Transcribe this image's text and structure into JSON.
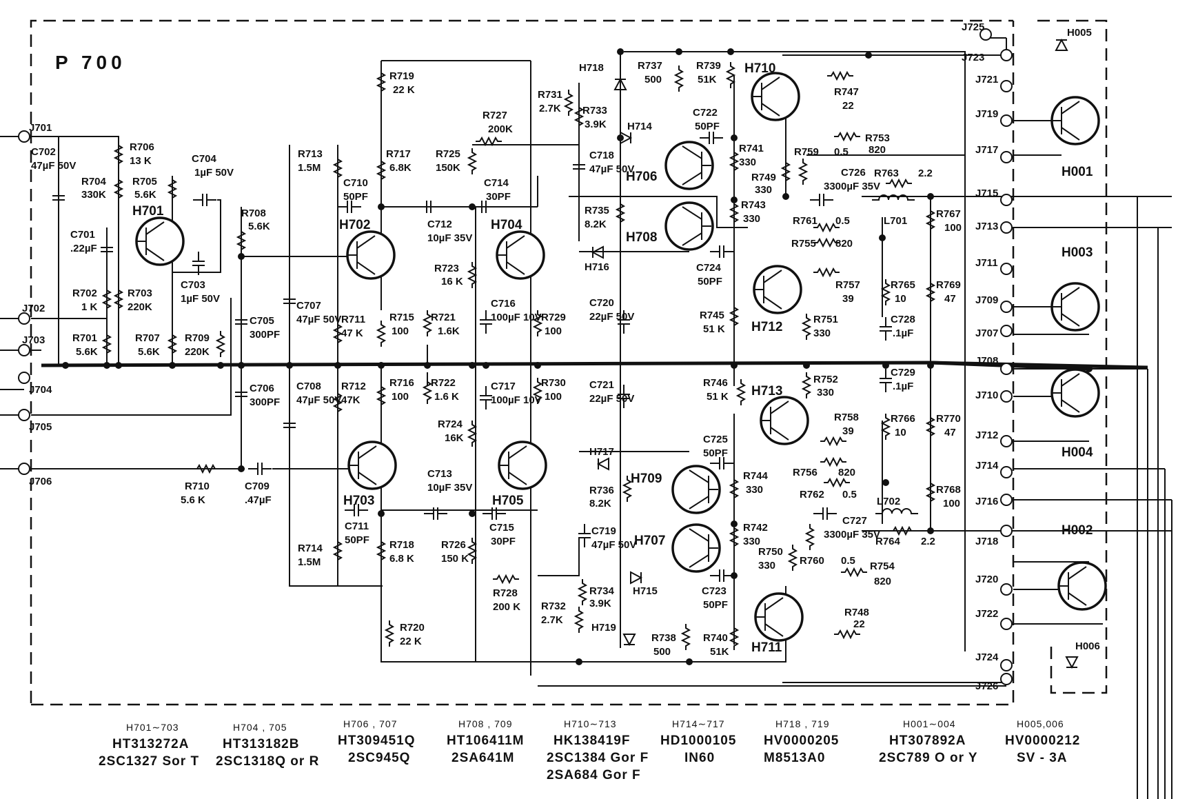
{
  "board_label": "P 700",
  "transistors": [
    {
      "ref": "H701",
      "type": "npn"
    },
    {
      "ref": "H702",
      "type": "npn"
    },
    {
      "ref": "H703",
      "type": "npn"
    },
    {
      "ref": "H704",
      "type": "npn"
    },
    {
      "ref": "H705",
      "type": "npn"
    },
    {
      "ref": "H706",
      "type": "npn"
    },
    {
      "ref": "H707",
      "type": "npn"
    },
    {
      "ref": "H708",
      "type": "pnp"
    },
    {
      "ref": "H709",
      "type": "pnp"
    },
    {
      "ref": "H710",
      "type": "npn"
    },
    {
      "ref": "H711",
      "type": "npn"
    },
    {
      "ref": "H712",
      "type": "pnp"
    },
    {
      "ref": "H713",
      "type": "pnp"
    },
    {
      "ref": "H001",
      "type": "npn"
    },
    {
      "ref": "H002",
      "type": "npn"
    },
    {
      "ref": "H003",
      "type": "npn"
    },
    {
      "ref": "H004",
      "type": "npn"
    }
  ],
  "diodes": [
    "H714",
    "H715",
    "H716",
    "H717",
    "H718",
    "H719",
    "H005",
    "H006"
  ],
  "resistors": [
    {
      "ref": "R701",
      "value": "5.6K"
    },
    {
      "ref": "R702",
      "value": "1 K"
    },
    {
      "ref": "R703",
      "value": "220K"
    },
    {
      "ref": "R704",
      "value": "330K"
    },
    {
      "ref": "R705",
      "value": "5.6K"
    },
    {
      "ref": "R706",
      "value": "13 K"
    },
    {
      "ref": "R707",
      "value": "5.6K"
    },
    {
      "ref": "R708",
      "value": "5.6K"
    },
    {
      "ref": "R709",
      "value": "220K"
    },
    {
      "ref": "R710",
      "value": "5.6 K"
    },
    {
      "ref": "R711",
      "value": "47 K"
    },
    {
      "ref": "R712",
      "value": "47K"
    },
    {
      "ref": "R713",
      "value": "1.5M"
    },
    {
      "ref": "R714",
      "value": "1.5M"
    },
    {
      "ref": "R715",
      "value": "100"
    },
    {
      "ref": "R716",
      "value": "100"
    },
    {
      "ref": "R717",
      "value": "6.8K"
    },
    {
      "ref": "R718",
      "value": "6.8 K"
    },
    {
      "ref": "R719",
      "value": "22 K"
    },
    {
      "ref": "R720",
      "value": "22 K"
    },
    {
      "ref": "R721",
      "value": "1.6K"
    },
    {
      "ref": "R722",
      "value": "1.6 K"
    },
    {
      "ref": "R723",
      "value": "16 K"
    },
    {
      "ref": "R724",
      "value": "16K"
    },
    {
      "ref": "R725",
      "value": "150K"
    },
    {
      "ref": "R726",
      "value": "150 K"
    },
    {
      "ref": "R727",
      "value": "200K"
    },
    {
      "ref": "R728",
      "value": "200 K"
    },
    {
      "ref": "R729",
      "value": "100"
    },
    {
      "ref": "R730",
      "value": "100"
    },
    {
      "ref": "R731",
      "value": "2.7K"
    },
    {
      "ref": "R732",
      "value": "2.7K"
    },
    {
      "ref": "R733",
      "value": "3.9K"
    },
    {
      "ref": "R734",
      "value": "3.9K"
    },
    {
      "ref": "R735",
      "value": "8.2K"
    },
    {
      "ref": "R736",
      "value": "8.2K"
    },
    {
      "ref": "R737",
      "value": "500"
    },
    {
      "ref": "R738",
      "value": "500"
    },
    {
      "ref": "R739",
      "value": "51K"
    },
    {
      "ref": "R740",
      "value": "51K"
    },
    {
      "ref": "R741",
      "value": "330"
    },
    {
      "ref": "R742",
      "value": "330"
    },
    {
      "ref": "R743",
      "value": "330"
    },
    {
      "ref": "R744",
      "value": "330"
    },
    {
      "ref": "R745",
      "value": "51 K"
    },
    {
      "ref": "R746",
      "value": "51 K"
    },
    {
      "ref": "R747",
      "value": "22"
    },
    {
      "ref": "R748",
      "value": "22"
    },
    {
      "ref": "R749",
      "value": "330"
    },
    {
      "ref": "R750",
      "value": "330"
    },
    {
      "ref": "R751",
      "value": "330"
    },
    {
      "ref": "R752",
      "value": "330"
    },
    {
      "ref": "R753",
      "value": "820"
    },
    {
      "ref": "R754",
      "value": "820"
    },
    {
      "ref": "R755",
      "value": "820"
    },
    {
      "ref": "R756",
      "value": "820"
    },
    {
      "ref": "R757",
      "value": "39"
    },
    {
      "ref": "R758",
      "value": "39"
    },
    {
      "ref": "R759",
      "value": "0.5"
    },
    {
      "ref": "R760",
      "value": "0.5"
    },
    {
      "ref": "R761",
      "value": "0.5"
    },
    {
      "ref": "R762",
      "value": "0.5"
    },
    {
      "ref": "R763",
      "value": "2.2"
    },
    {
      "ref": "R764",
      "value": "2.2"
    },
    {
      "ref": "R765",
      "value": "10"
    },
    {
      "ref": "R766",
      "value": "10"
    },
    {
      "ref": "R767",
      "value": "100"
    },
    {
      "ref": "R768",
      "value": "100"
    },
    {
      "ref": "R769",
      "value": "47"
    },
    {
      "ref": "R770",
      "value": "47"
    }
  ],
  "capacitors": [
    {
      "ref": "C701",
      "value": ".22µF"
    },
    {
      "ref": "C702",
      "value": "47µF 50V"
    },
    {
      "ref": "C703",
      "value": "1µF 50V"
    },
    {
      "ref": "C704",
      "value": "1µF 50V"
    },
    {
      "ref": "C705",
      "value": "300PF"
    },
    {
      "ref": "C706",
      "value": "300PF"
    },
    {
      "ref": "C707",
      "value": "47µF 50V"
    },
    {
      "ref": "C708",
      "value": "47µF 50V"
    },
    {
      "ref": "C709",
      "value": ".47µF"
    },
    {
      "ref": "C710",
      "value": "50PF"
    },
    {
      "ref": "C711",
      "value": "50PF"
    },
    {
      "ref": "C712",
      "value": "10µF 35V"
    },
    {
      "ref": "C713",
      "value": "10µF 35V"
    },
    {
      "ref": "C714",
      "value": "30PF"
    },
    {
      "ref": "C715",
      "value": "30PF"
    },
    {
      "ref": "C716",
      "value": "100µF 10V"
    },
    {
      "ref": "C717",
      "value": "100µF 10V"
    },
    {
      "ref": "C718",
      "value": "47µF 50V"
    },
    {
      "ref": "C719",
      "value": "47µF 50V"
    },
    {
      "ref": "C720",
      "value": "22µF 50V"
    },
    {
      "ref": "C721",
      "value": "22µF 50V"
    },
    {
      "ref": "C722",
      "value": "50PF"
    },
    {
      "ref": "C723",
      "value": "50PF"
    },
    {
      "ref": "C724",
      "value": "50PF"
    },
    {
      "ref": "C725",
      "value": "50PF"
    },
    {
      "ref": "C726",
      "value": "3300µF 35V"
    },
    {
      "ref": "C727",
      "value": "3300µF 35V"
    },
    {
      "ref": "C728",
      "value": ".1µF"
    },
    {
      "ref": "C729",
      "value": ".1µF"
    }
  ],
  "inductors": [
    "L701",
    "L702"
  ],
  "terminals": [
    "J701",
    "J702",
    "J703",
    "J704",
    "J705",
    "J706",
    "J707",
    "J708",
    "J709",
    "J710",
    "J711",
    "J712",
    "J713",
    "J714",
    "J715",
    "J716",
    "J717",
    "J718",
    "J719",
    "J720",
    "J721",
    "J722",
    "J723",
    "J724",
    "J725",
    "J726"
  ],
  "legend": [
    {
      "range": "H701∼703",
      "parts": [
        "HT313272A",
        "2SC1327 Sor T"
      ]
    },
    {
      "range": "H704 , 705",
      "parts": [
        "HT313182B",
        "2SC1318Q or R"
      ]
    },
    {
      "range": "H706 , 707",
      "parts": [
        "HT309451Q",
        "2SC945Q"
      ]
    },
    {
      "range": "H708 , 709",
      "parts": [
        "HT106411M",
        "2SA641M"
      ]
    },
    {
      "range": "H710∼713",
      "parts": [
        "HK138419F",
        "2SC1384 Gor F",
        "2SA684 Gor F"
      ]
    },
    {
      "range": "H714∼717",
      "parts": [
        "HD1000105",
        "IN60"
      ]
    },
    {
      "range": "H718 , 719",
      "parts": [
        "HV0000205",
        "M8513A0"
      ]
    },
    {
      "range": "H001∼004",
      "parts": [
        "HT307892A",
        "2SC789 O or Y"
      ]
    },
    {
      "range": "H005,006",
      "parts": [
        "HV0000212",
        "SV - 3A"
      ]
    }
  ]
}
